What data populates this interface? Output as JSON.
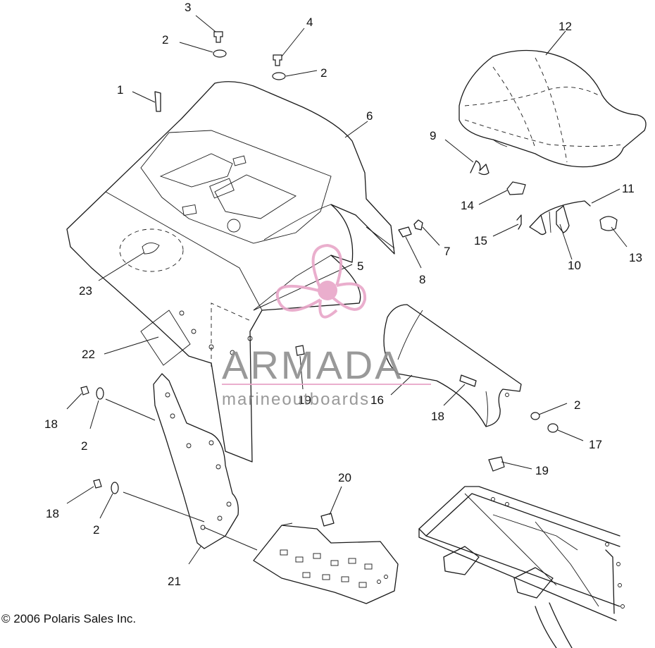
{
  "diagram": {
    "callouts": {
      "c1": "1",
      "c2a": "2",
      "c2b": "2",
      "c2c": "2",
      "c2d": "2",
      "c2e": "2",
      "c3": "3",
      "c4": "4",
      "c5": "5",
      "c6": "6",
      "c7": "7",
      "c8": "8",
      "c9": "9",
      "c10": "10",
      "c11": "11",
      "c12": "12",
      "c13": "13",
      "c14": "14",
      "c15": "15",
      "c16": "16",
      "c17": "17",
      "c18a": "18",
      "c18b": "18",
      "c18c": "18",
      "c19a": "19",
      "c19b": "19",
      "c20": "20",
      "c21": "21",
      "c22": "22",
      "c23": "23"
    }
  },
  "watermark": {
    "brand": "ARMADA",
    "tagline": "marineoutboards",
    "logo_color": "#e8a6c8",
    "text_color": "#8e8e8e"
  },
  "footer": {
    "copyright": "© 2006 Polaris Sales Inc."
  }
}
